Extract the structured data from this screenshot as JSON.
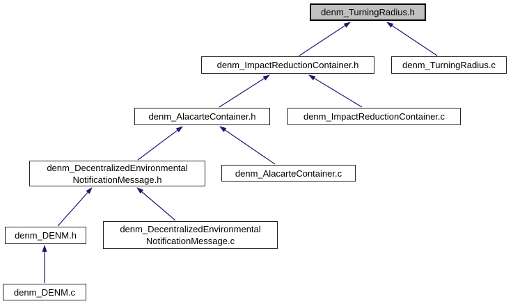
{
  "graph": {
    "colors": {
      "background": "#ffffff",
      "edge": "#191970",
      "node_fill": "#ffffff",
      "node_border": "#222222",
      "highlight_fill": "#c0c0c0",
      "text": "#000000"
    },
    "nodes": [
      {
        "id": "denm_TurningRadius.h",
        "lines": [
          "denm_TurningRadius.h"
        ],
        "highlighted": true
      },
      {
        "id": "denm_ImpactReductionContainer.h",
        "lines": [
          "denm_ImpactReductionContainer.h"
        ],
        "highlighted": false
      },
      {
        "id": "denm_TurningRadius.c",
        "lines": [
          "denm_TurningRadius.c"
        ],
        "highlighted": false
      },
      {
        "id": "denm_AlacarteContainer.h",
        "lines": [
          "denm_AlacarteContainer.h"
        ],
        "highlighted": false
      },
      {
        "id": "denm_ImpactReductionContainer.c",
        "lines": [
          "denm_ImpactReductionContainer.c"
        ],
        "highlighted": false
      },
      {
        "id": "denm_DecentralizedEnvironmentalNotificationMessage.h",
        "lines": [
          "denm_DecentralizedEnvironmental",
          "NotificationMessage.h"
        ],
        "highlighted": false
      },
      {
        "id": "denm_AlacarteContainer.c",
        "lines": [
          "denm_AlacarteContainer.c"
        ],
        "highlighted": false
      },
      {
        "id": "denm_DENM.h",
        "lines": [
          "denm_DENM.h"
        ],
        "highlighted": false
      },
      {
        "id": "denm_DecentralizedEnvironmentalNotificationMessage.c",
        "lines": [
          "denm_DecentralizedEnvironmental",
          "NotificationMessage.c"
        ],
        "highlighted": false
      },
      {
        "id": "denm_DENM.c",
        "lines": [
          "denm_DENM.c"
        ],
        "highlighted": false
      }
    ],
    "edges": [
      {
        "from": "denm_ImpactReductionContainer.h",
        "to": "denm_TurningRadius.h"
      },
      {
        "from": "denm_TurningRadius.c",
        "to": "denm_TurningRadius.h"
      },
      {
        "from": "denm_AlacarteContainer.h",
        "to": "denm_ImpactReductionContainer.h"
      },
      {
        "from": "denm_ImpactReductionContainer.c",
        "to": "denm_ImpactReductionContainer.h"
      },
      {
        "from": "denm_DecentralizedEnvironmentalNotificationMessage.h",
        "to": "denm_AlacarteContainer.h"
      },
      {
        "from": "denm_AlacarteContainer.c",
        "to": "denm_AlacarteContainer.h"
      },
      {
        "from": "denm_DENM.h",
        "to": "denm_DecentralizedEnvironmentalNotificationMessage.h"
      },
      {
        "from": "denm_DecentralizedEnvironmentalNotificationMessage.c",
        "to": "denm_DecentralizedEnvironmentalNotificationMessage.h"
      },
      {
        "from": "denm_DENM.c",
        "to": "denm_DENM.h"
      }
    ]
  }
}
